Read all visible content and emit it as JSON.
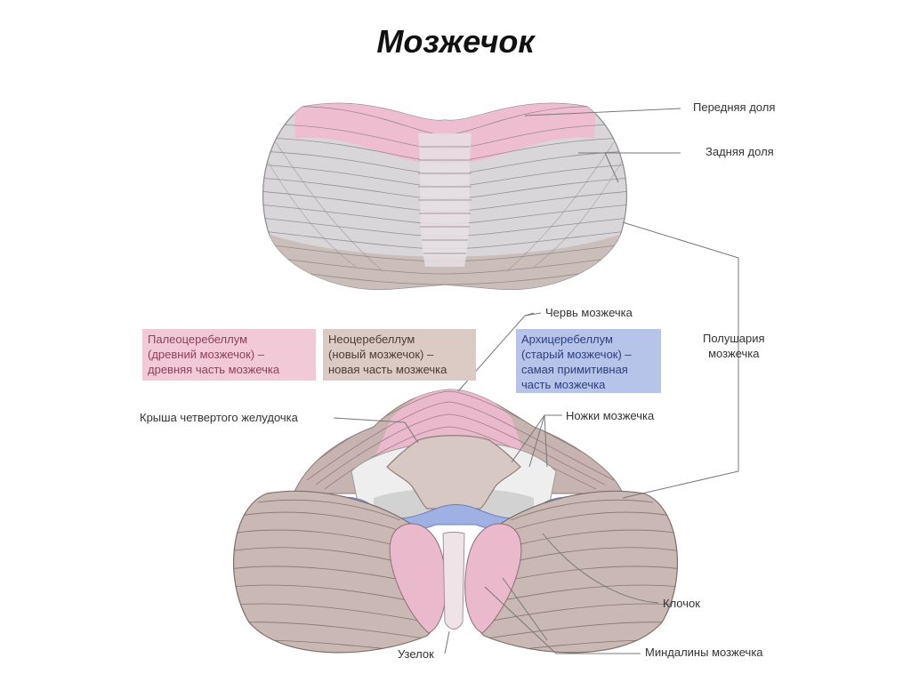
{
  "title": "Мозжечок",
  "colors": {
    "paleo": "#eab9cc",
    "neo": "#c9b6b0",
    "archi": "#8ea3dc",
    "grey": "#d6d5d6",
    "line": "#777777"
  },
  "legend": {
    "paleo": [
      "Палеоцеребеллум",
      "(древний мозжечок) –",
      "древняя часть мозжечка"
    ],
    "neo": [
      "Неоцеребеллум",
      "(новый мозжечок) –",
      "новая часть мозжечка"
    ],
    "archi": [
      "Архицеребеллум",
      "(старый мозжечок) –",
      "самая примитивная",
      "часть мозжечка"
    ]
  },
  "labels": {
    "anterior_lobe": "Передняя доля",
    "posterior_lobe": "Задняя доля",
    "vermis": "Червь мозжечка",
    "hemispheres": [
      "Полушария",
      "мозжечка"
    ],
    "fourth_ventricle_roof": "Крыша четвертого желудочка",
    "peduncles": "Ножки мозжечка",
    "flocculus": "Клочок",
    "nodulus": "Узелок",
    "tonsils": "Миндалины мозжечка"
  }
}
